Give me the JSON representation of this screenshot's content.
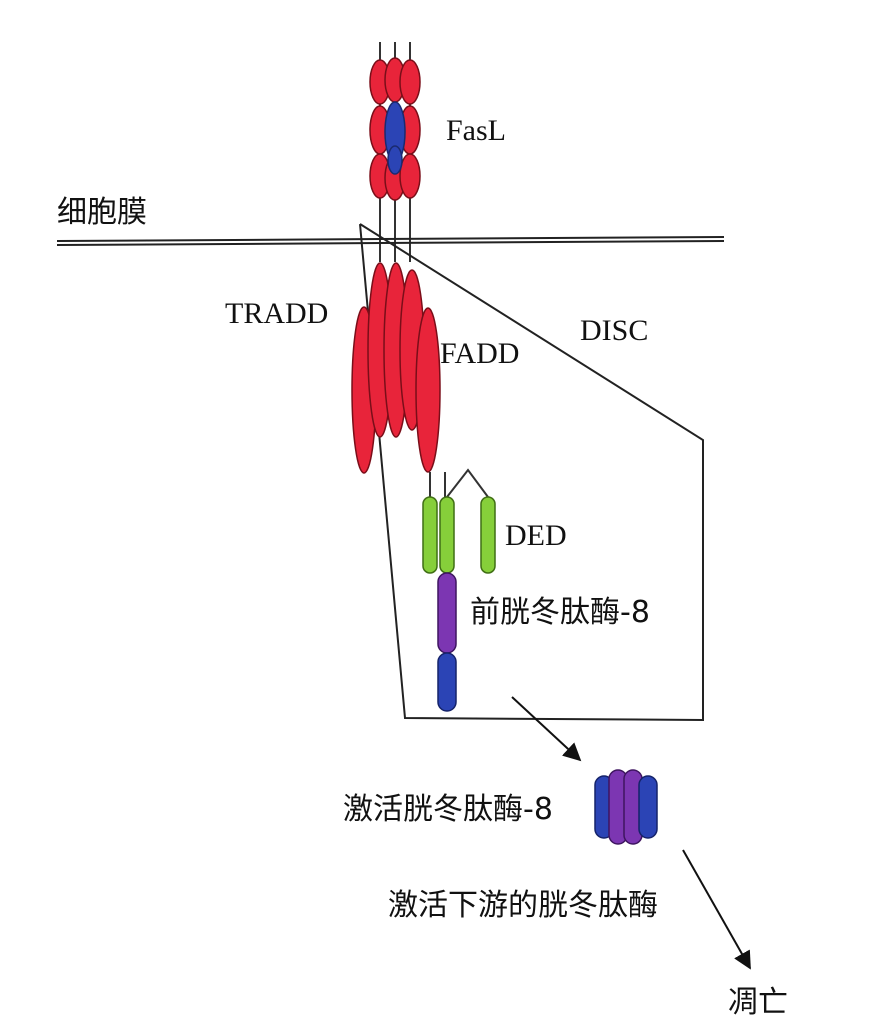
{
  "labels": {
    "fasl": "FasL",
    "membrane": "细胞膜",
    "tradd": "TRADD",
    "fadd": "FADD",
    "disc": "DISC",
    "ded": "DED",
    "pro_caspase8": "前胱冬肽酶-8",
    "active_caspase8": "激活胱冬肽酶-8",
    "downstream": "激活下游的胱冬肽酶",
    "apoptosis": "凋亡"
  },
  "colors": {
    "red": "#e8243a",
    "blue": "#2b44b5",
    "green": "#86cf3a",
    "purple": "#7c36b2",
    "outline": "#222222"
  }
}
